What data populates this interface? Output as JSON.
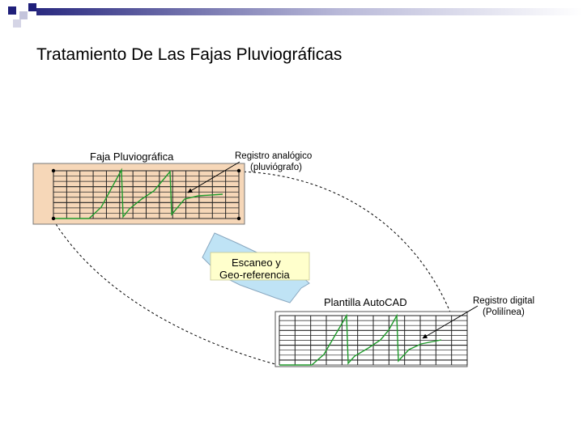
{
  "slide": {
    "title": "Tratamiento De Las Fajas Pluviográficas"
  },
  "colors": {
    "accent": "#1f1f7a",
    "band_start": "#1f1f7a",
    "band_end": "#ffffff",
    "chart_sheet": "#f6d7b8",
    "trace": "#1e9a2a",
    "arrow_fill": "#bfe3f5",
    "arrow_label_fill": "#ffffcc"
  },
  "diagram": {
    "faja_title": "Faja Pluviográfica",
    "analog_label_line1": "Registro analógico",
    "analog_label_line2": "(pluviógrafo)",
    "scan_label_line1": "Escaneo y",
    "scan_label_line2": "Geo-referencia",
    "template_title": "Plantilla AutoCAD",
    "digital_label_line1": "Registro digital",
    "digital_label_line2": "(Polilínea)"
  }
}
